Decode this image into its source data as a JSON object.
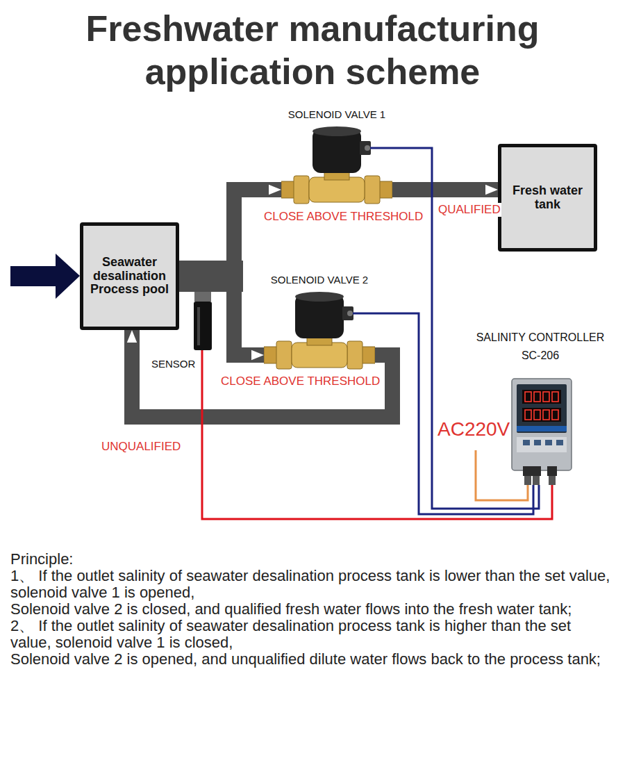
{
  "diagram": {
    "title": "Freshwater manufacturing application scheme",
    "nodes": [
      {
        "text": [
          "Seawater desalination Process pool"
        ]
      },
      {
        "text": [
          "SOLENOID VALVE 1"
        ]
      },
      {
        "text": [
          "Fresh water tank"
        ]
      },
      {
        "text": [
          "SOLENOID VALVE 2"
        ]
      },
      {
        "text": [
          "SENSOR"
        ]
      },
      {
        "text": [
          "SALINITY CONTROLLER SC-206"
        ]
      }
    ],
    "edges": [
      {
        "from": 0,
        "to": 1,
        "arrow": "to"
      },
      {
        "from": 1,
        "to": 2,
        "arrow": "to",
        "label": "QUALIFIED"
      },
      {
        "from": 0,
        "to": 3,
        "arrow": "to"
      },
      {
        "from": 3,
        "to": 0,
        "arrow": "to",
        "label": "UNQUALIFIED"
      },
      {
        "from": 4,
        "to": 5,
        "arrow": "none"
      },
      {
        "from": 1,
        "to": 5,
        "arrow": "none"
      },
      {
        "from": 3,
        "to": 5,
        "arrow": "none"
      }
    ],
    "labels": [
      "CLOSE ABOVE THRESHOLD",
      "CLOSE ABOVE THRESHOLD",
      "AC220V",
      "Principle:",
      "1、 If the outlet salinity of seawater desalination process tank is lower than the set value, solenoid valve 1 is opened,",
      "Solenoid valve 2 is closed, and qualified fresh water flows into the fresh water tank;",
      "2、 If the outlet salinity of seawater desalination process tank is higher than the set value, solenoid valve 1 is closed,",
      "Solenoid valve 2 is opened, and unqualified dilute water flows back to the process tank;"
    ]
  }
}
